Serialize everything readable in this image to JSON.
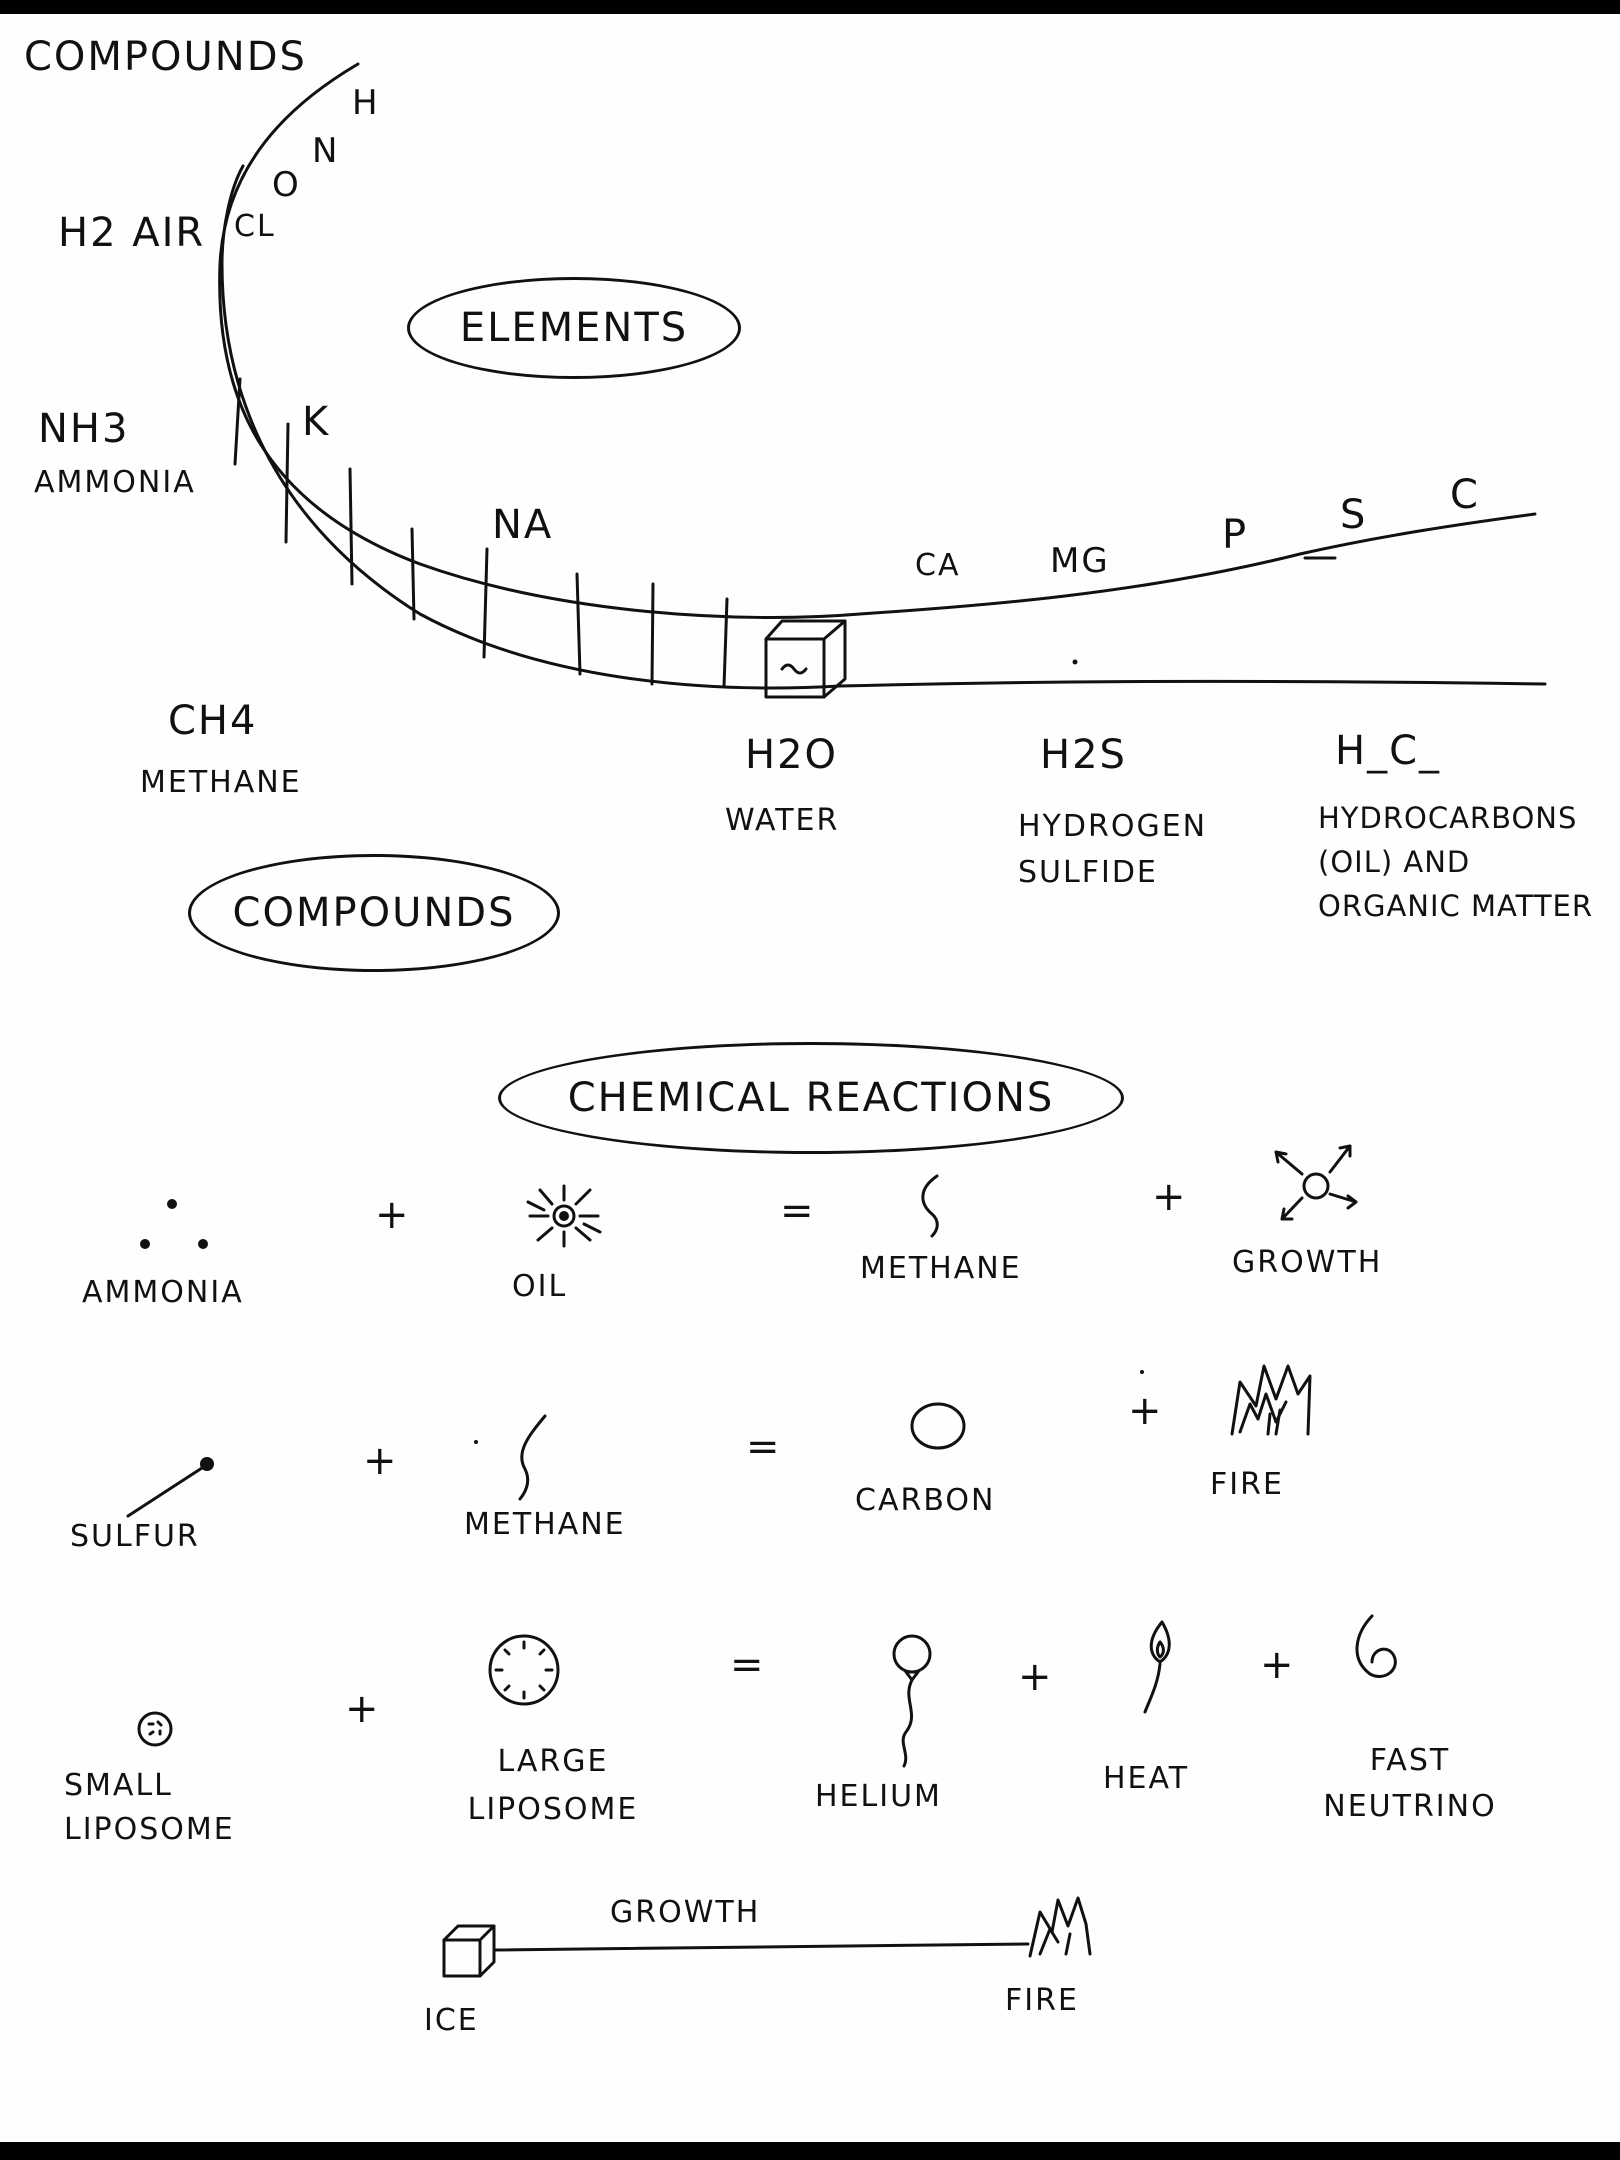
{
  "band": {
    "top_label": "COMPOUNDS",
    "section_label": "ELEMENTS",
    "bottom_section_label": "COMPOUNDS",
    "elements": [
      "H",
      "N",
      "O",
      "CL",
      "K",
      "NA",
      "CA",
      "MG",
      "P",
      "S",
      "C"
    ],
    "compounds": [
      {
        "formula": "H2 AIR"
      },
      {
        "formula": "NH3",
        "name": "AMMONIA"
      },
      {
        "formula": "CH4",
        "name": "METHANE"
      },
      {
        "formula": "H2O",
        "name": "WATER"
      },
      {
        "formula": "H2S",
        "name": "HYDROGEN SULFIDE"
      },
      {
        "formula": "H_C_",
        "name": "HYDROCARBONS (OIL) AND ORGANIC MATTER"
      }
    ]
  },
  "reactions": {
    "title": "CHEMICAL REACTIONS",
    "rows": [
      {
        "inputs": [
          "AMMONIA",
          "OIL"
        ],
        "outputs": [
          "METHANE",
          "GROWTH"
        ]
      },
      {
        "inputs": [
          "SULFUR",
          "METHANE"
        ],
        "outputs": [
          "CARBON",
          "FIRE"
        ]
      },
      {
        "inputs": [
          "SMALL LIPOSOME",
          "LARGE LIPOSOME"
        ],
        "outputs": [
          "HELIUM",
          "HEAT",
          "FAST NEUTRINO"
        ]
      }
    ],
    "operators": {
      "plus": "+",
      "equals": "="
    }
  },
  "growth_line": {
    "label": "GROWTH",
    "start": "ICE",
    "end": "FIRE"
  }
}
